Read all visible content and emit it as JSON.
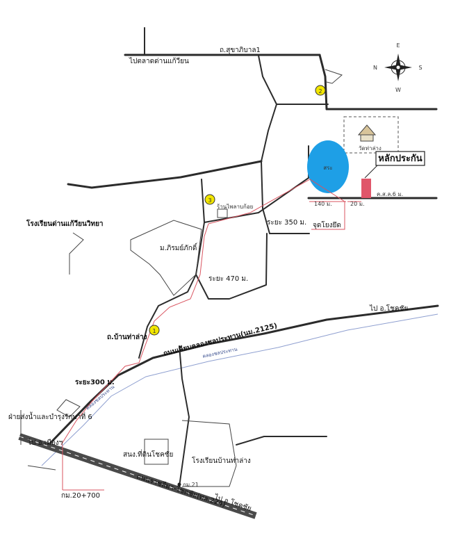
{
  "map": {
    "roads": {
      "sukhaphiban1": "ถ.สุขาภิบาล1",
      "to_talat": "ไปตลาดด่านแก้วียน",
      "ban_tha_lang_st": "ถ.บ้านท่าล่าง",
      "canal_road": "ถนนเลียบคลองชลประทาน(นม.2125)",
      "canal_label_1": "คลองชลประทาน",
      "canal_label_2": "คลองชลประทาน",
      "highway": "ถนนราชสีมา-โชคชัย(ทล.224)",
      "to_chokchai_1": "ไป อ.โชคชัย",
      "to_chokchai_2": "ไป อ.โชคชัย",
      "to_mueang": "ไป อ.เมืองฯ",
      "km21": "กม.21",
      "km_start": "กม.20+700"
    },
    "places": {
      "temple": "วัดท่าล่าง",
      "pond": "สระ",
      "marker": "หลักประกัน",
      "school_dan": "โรงเรียนด่านแก้วียนวิทยา",
      "phirom": "ม.ภิรมย์ภักดิ์",
      "shop": "ร้านไพลาบก้อย",
      "irrigation_office": "ฝ่ายส่งน้ำและบำรุงรักษาที่ 6",
      "land_office": "สนง.ที่ดินโชคชัย",
      "school_ban": "โรงเรียนบ้านท่าล่าง",
      "land_plot": "ค.ส.ล.6 ม."
    },
    "distances": {
      "d350": "ระยะ 350 ม.",
      "d470": "ระยะ 470 ม.",
      "d300": "ระยะ300 ม.",
      "d140": "140 ม.",
      "d20": "20 ม.",
      "jud": "จุดโยงยึด"
    },
    "markers": [
      "1",
      "2",
      "3"
    ],
    "compass": {
      "n": "N",
      "e": "E",
      "s": "S",
      "w": "W"
    },
    "colors": {
      "pond": "#1e9fe6",
      "marker": "#e0566a",
      "route": "#d9535f",
      "waypoint": "#f2e600"
    }
  }
}
